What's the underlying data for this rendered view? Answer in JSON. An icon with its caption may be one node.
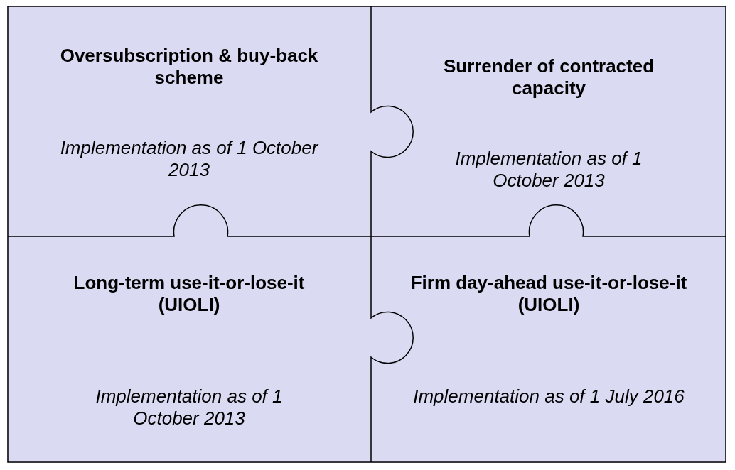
{
  "diagram": {
    "nodes": [
      {
        "text": [
          "Oversubscription & buy-back scheme",
          "Implementation as of 1 October 2013"
        ]
      },
      {
        "text": [
          "Surrender of contracted capacity",
          "Implementation as of 1 October 2013"
        ]
      },
      {
        "text": [
          "Long-term use-it-or-lose-it (UIOLI)",
          "Implementation as of 1 October 2013"
        ]
      },
      {
        "text": [
          "Firm day-ahead use-it-or-lose-it (UIOLI)",
          "Implementation as of 1 July 2016"
        ]
      }
    ],
    "edges": []
  }
}
